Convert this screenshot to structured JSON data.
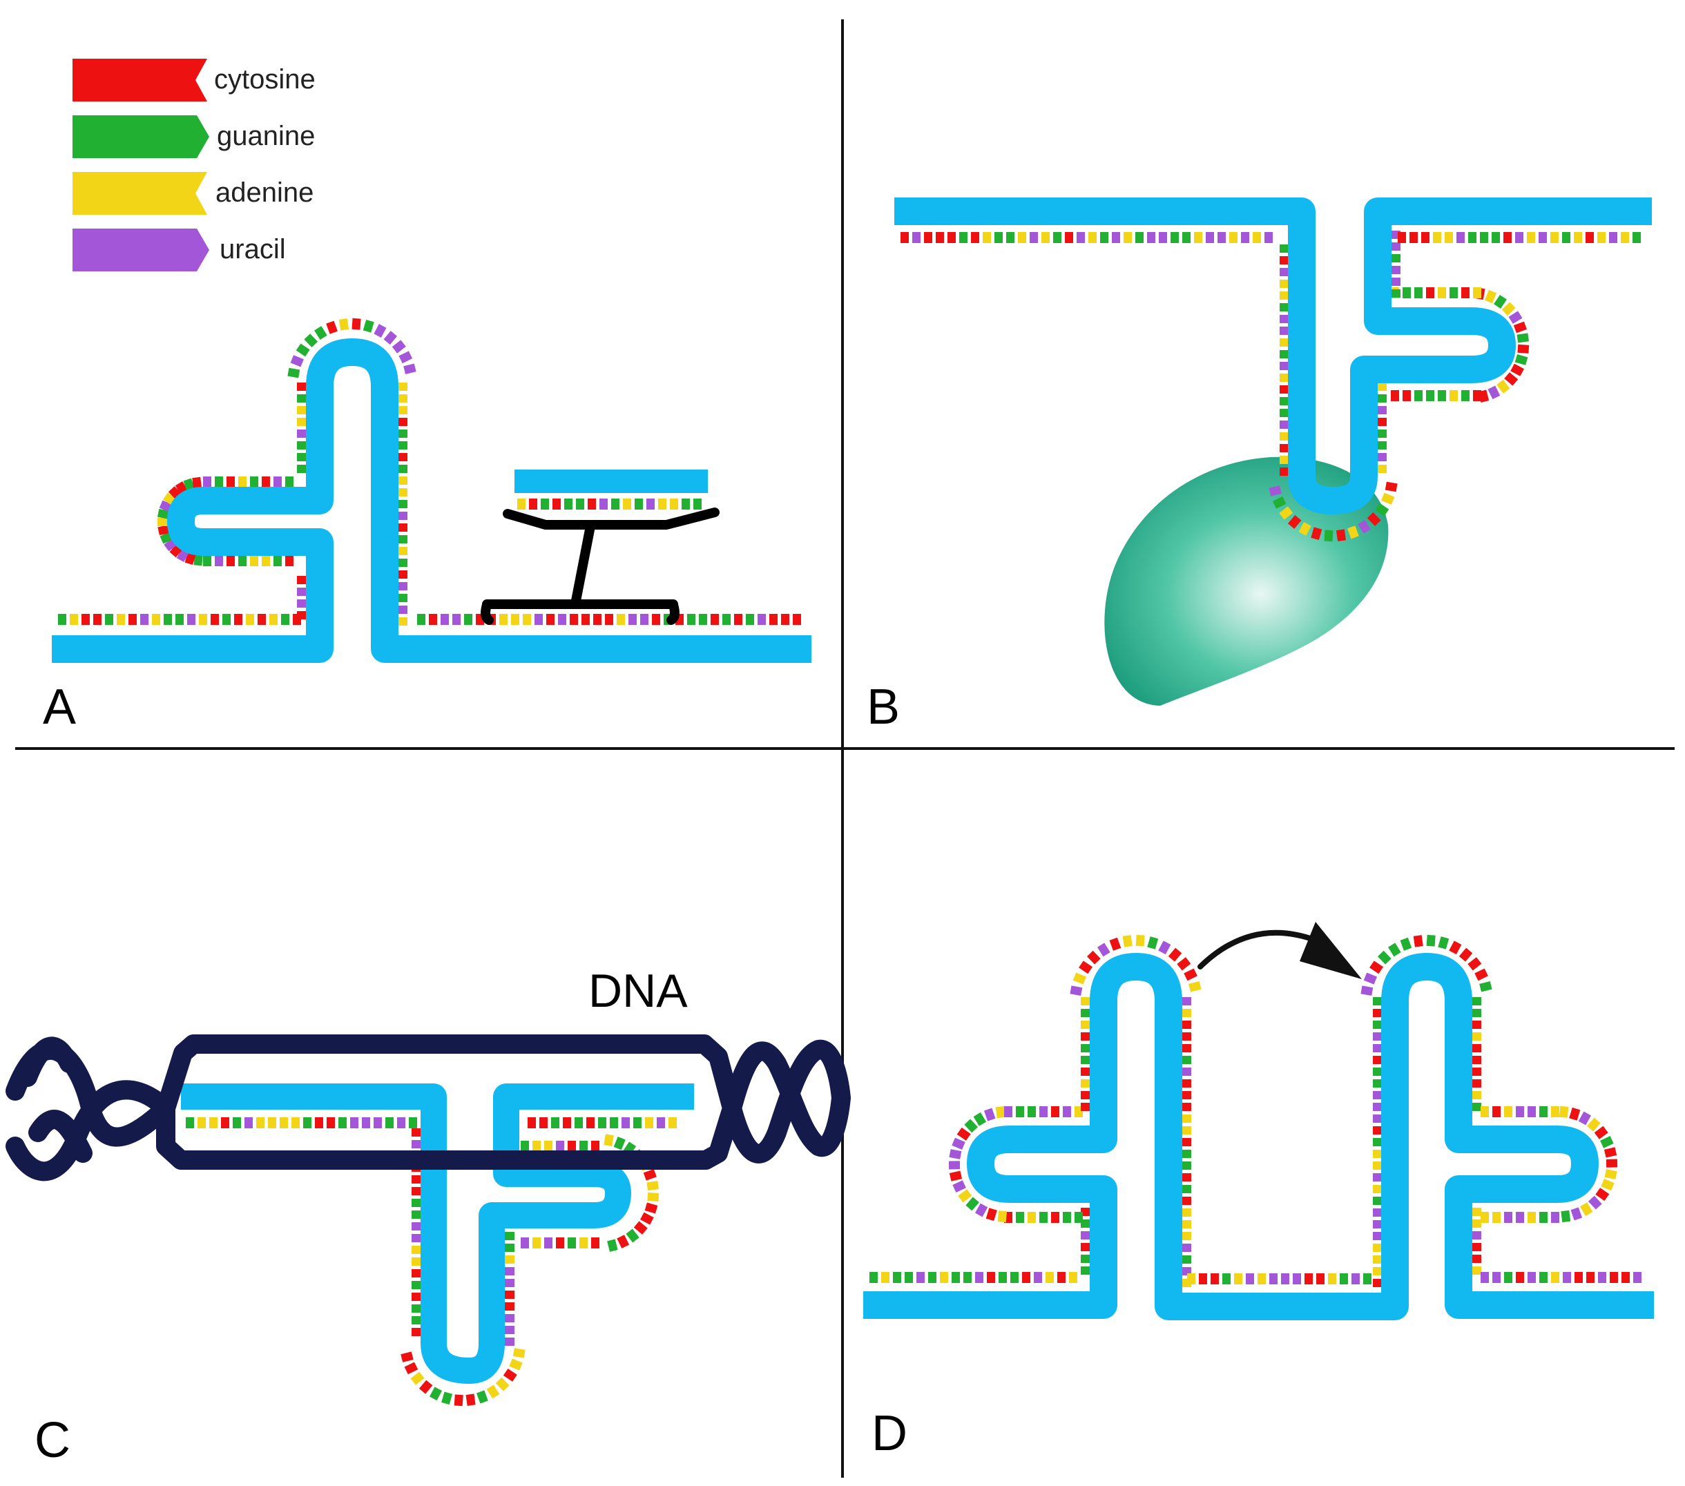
{
  "legend": {
    "items": [
      {
        "label": "cytosine",
        "color": "#ee1111",
        "shape": "notched"
      },
      {
        "label": "guanine",
        "color": "#22b033",
        "shape": "pointed"
      },
      {
        "label": "adenine",
        "color": "#f2d516",
        "shape": "notched"
      },
      {
        "label": "uracil",
        "color": "#a456d9",
        "shape": "pointed"
      }
    ]
  },
  "panels": {
    "a": {
      "label": "A"
    },
    "b": {
      "label": "B"
    },
    "c": {
      "label": "C",
      "dna_label": "DNA"
    },
    "d": {
      "label": "D"
    }
  },
  "colors": {
    "rna_backbone": "#12b8f0",
    "dna_strand": "#141b4a",
    "protein": "#2db897",
    "divider": "#111111",
    "arrow": "#111111"
  }
}
